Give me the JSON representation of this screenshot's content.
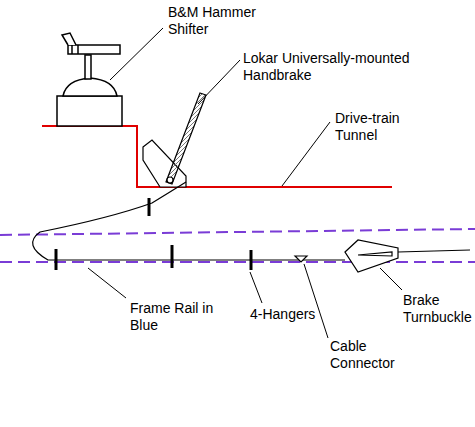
{
  "diagram": {
    "labels": [
      "B&M Hammer Shifter",
      "Lokar Universally-mounted Handbrake",
      "Drive-train Tunnel",
      "Frame Rail in Blue",
      "4-Hangers",
      "Cable Connector",
      "Brake Turnbuckle"
    ]
  }
}
